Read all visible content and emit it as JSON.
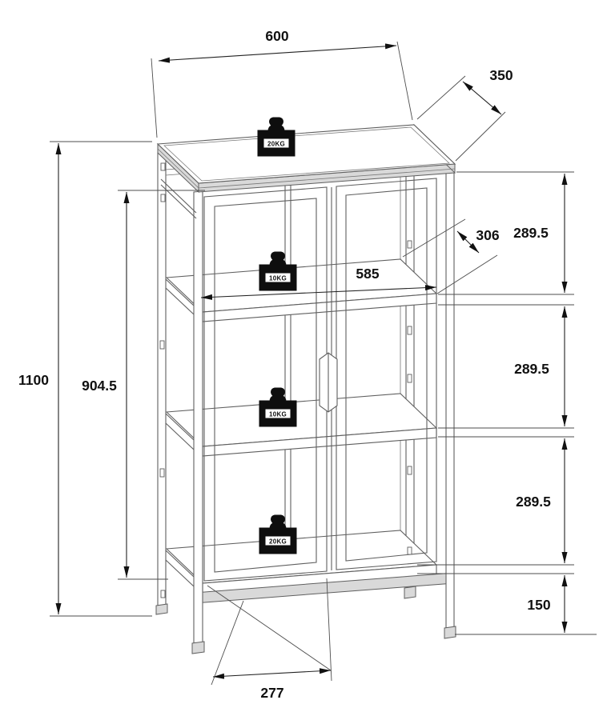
{
  "drawing": {
    "subject": "glass-display-cabinet-dimension-drawing",
    "units": "mm",
    "background_color": "#ffffff",
    "line_color": "#5f5f5f",
    "dimension_color": "#111111",
    "labels": {
      "width_top": "600",
      "depth_top": "350",
      "overall_height": "1100",
      "inner_height": "904.5",
      "shelf_clear_width": "585",
      "shelf_depth": "306",
      "bay_height_top": "289.5",
      "bay_height_middle": "289.5",
      "bay_height_bottom": "289.5",
      "leg_height": "150",
      "door_width": "277"
    },
    "load_ratings": {
      "top_panel": "20KG",
      "upper_shelf": "10KG",
      "middle_shelf": "10KG",
      "bottom_shelf": "20KG"
    }
  }
}
